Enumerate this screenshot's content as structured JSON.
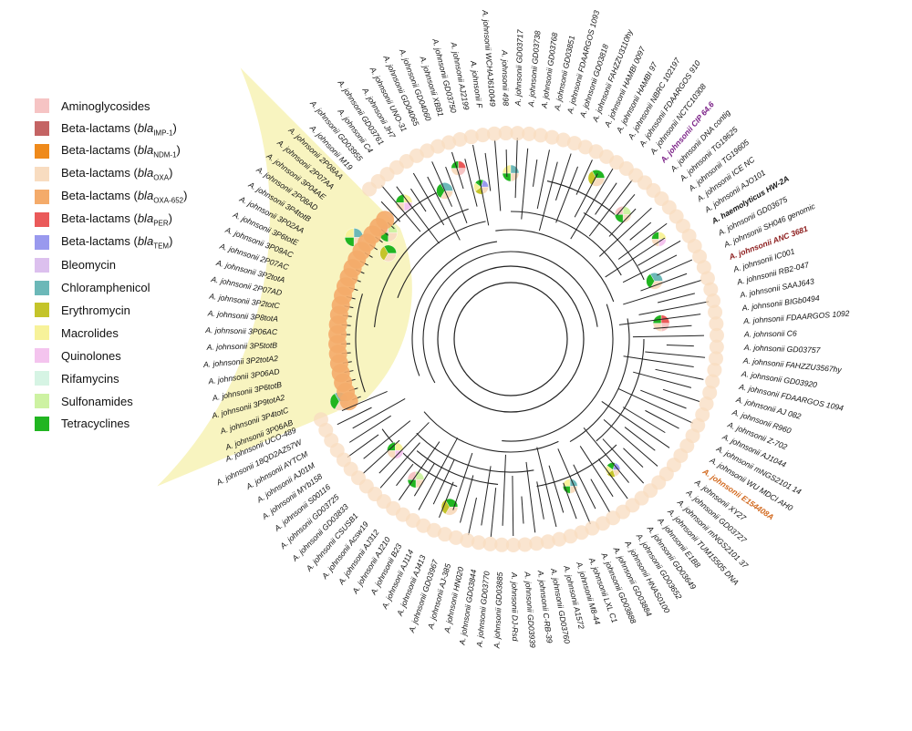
{
  "legend": [
    {
      "label": "Aminoglycosides",
      "gene": "",
      "sub": "",
      "color": "#f6c4c4"
    },
    {
      "label": "Beta-lactams",
      "gene": "bla",
      "sub": "IMP-1",
      "color": "#c46464"
    },
    {
      "label": "Beta-lactams",
      "gene": "bla",
      "sub": "NDM-1",
      "color": "#ef8a1b"
    },
    {
      "label": "Beta-lactams",
      "gene": "bla",
      "sub": "OXA",
      "color": "#f8dcc0"
    },
    {
      "label": "Beta-lactams",
      "gene": "bla",
      "sub": "OXA-652",
      "color": "#f4ab6a"
    },
    {
      "label": "Beta-lactams",
      "gene": "bla",
      "sub": "PER",
      "color": "#ea5a5a"
    },
    {
      "label": "Beta-lactams",
      "gene": "bla",
      "sub": "TEM",
      "color": "#9999ee"
    },
    {
      "label": "Bleomycin",
      "gene": "",
      "sub": "",
      "color": "#dcc0ee"
    },
    {
      "label": "Chloramphenicol",
      "gene": "",
      "sub": "",
      "color": "#6cb8b8"
    },
    {
      "label": "Erythromycin",
      "gene": "",
      "sub": "",
      "color": "#c4c42a"
    },
    {
      "label": "Macrolides",
      "gene": "",
      "sub": "",
      "color": "#f7f29a"
    },
    {
      "label": "Quinolones",
      "gene": "",
      "sub": "",
      "color": "#f4c4ee"
    },
    {
      "label": "Rifamycins",
      "gene": "",
      "sub": "",
      "color": "#d6f4e4"
    },
    {
      "label": "Sulfonamides",
      "gene": "",
      "sub": "",
      "color": "#cdf2a2"
    },
    {
      "label": "Tetracyclines",
      "gene": "",
      "sub": "",
      "color": "#21b521"
    }
  ],
  "tips": [
    {
      "label": "A. johnsonii 3P06AB",
      "style": "normal",
      "color": "#111111"
    },
    {
      "label": "A. johnsonii 3P4totC",
      "style": "normal",
      "color": "#111111"
    },
    {
      "label": "A. johnsonii 3P9totA2",
      "style": "normal",
      "color": "#111111"
    },
    {
      "label": "A. johnsonii 3P6totB",
      "style": "normal",
      "color": "#111111"
    },
    {
      "label": "A. johnsonii 3P06AD",
      "style": "normal",
      "color": "#111111"
    },
    {
      "label": "A. johnsonii 3P2totA2",
      "style": "normal",
      "color": "#111111"
    },
    {
      "label": "A. johnsonii 3P5totB",
      "style": "normal",
      "color": "#111111"
    },
    {
      "label": "A. johnsonii 3P06AC",
      "style": "normal",
      "color": "#111111"
    },
    {
      "label": "A. johnsonii 3P8totA",
      "style": "normal",
      "color": "#111111"
    },
    {
      "label": "A. johnsonii 3P2totC",
      "style": "normal",
      "color": "#111111"
    },
    {
      "label": "A. johnsonii 2P07AD",
      "style": "normal",
      "color": "#111111"
    },
    {
      "label": "A. johnsonii 3P2totA",
      "style": "normal",
      "color": "#111111"
    },
    {
      "label": "A. johnsonii 2P07AC",
      "style": "normal",
      "color": "#111111"
    },
    {
      "label": "A. johnsonii 3P09AC",
      "style": "normal",
      "color": "#111111"
    },
    {
      "label": "A. johnsonii 3P6totE",
      "style": "normal",
      "color": "#111111"
    },
    {
      "label": "A. johnsonii 3P02AA",
      "style": "normal",
      "color": "#111111"
    },
    {
      "label": "A. johnsonii 3P4totB",
      "style": "normal",
      "color": "#111111"
    },
    {
      "label": "A. johnsonii 2P08AD",
      "style": "normal",
      "color": "#111111"
    },
    {
      "label": "A. johnsonii 3P04AE",
      "style": "normal",
      "color": "#111111"
    },
    {
      "label": "A. johnsonii 2P07AA",
      "style": "normal",
      "color": "#111111"
    },
    {
      "label": "A. johnsonii 2P08AA",
      "style": "normal",
      "color": "#111111"
    },
    {
      "label": "A. johnsonii M19",
      "style": "normal",
      "color": "#111111"
    },
    {
      "label": "A. johnsonii GD03955",
      "style": "normal",
      "color": "#111111"
    },
    {
      "label": "A. johnsonii C4",
      "style": "normal",
      "color": "#111111"
    },
    {
      "label": "A. johnsonii GD03761",
      "style": "normal",
      "color": "#111111"
    },
    {
      "label": "A. johnsonii JH7",
      "style": "normal",
      "color": "#111111"
    },
    {
      "label": "A. johnsonii UNO-31",
      "style": "normal",
      "color": "#111111"
    },
    {
      "label": "A. johnsonii GD04065",
      "style": "normal",
      "color": "#111111"
    },
    {
      "label": "A. johnsonii GD04060",
      "style": "normal",
      "color": "#111111"
    },
    {
      "label": "A. johnsonii XBB1",
      "style": "normal",
      "color": "#111111"
    },
    {
      "label": "A. johnsonii GD03750",
      "style": "normal",
      "color": "#111111"
    },
    {
      "label": "A. johnsonii AJ2199",
      "style": "normal",
      "color": "#111111"
    },
    {
      "label": "A. johnsonii F",
      "style": "normal",
      "color": "#111111"
    },
    {
      "label": "A. johnsonii WCHAJ610049",
      "style": "normal",
      "color": "#111111"
    },
    {
      "label": "A. johnsonii 498",
      "style": "normal",
      "color": "#111111"
    },
    {
      "label": "A. johnsonii GD03717",
      "style": "normal",
      "color": "#111111"
    },
    {
      "label": "A. johnsonii GD03738",
      "style": "normal",
      "color": "#111111"
    },
    {
      "label": "A. johnsonii GD03768",
      "style": "normal",
      "color": "#111111"
    },
    {
      "label": "A. johnsonii GD03851",
      "style": "normal",
      "color": "#111111"
    },
    {
      "label": "A. johnsonii FDAARGOS 1093",
      "style": "normal",
      "color": "#111111"
    },
    {
      "label": "A. johnsonii GD03818",
      "style": "normal",
      "color": "#111111"
    },
    {
      "label": "A. johnsonii FAHZZU3110hy",
      "style": "normal",
      "color": "#111111"
    },
    {
      "label": "A. johnsonii HAMBI 0097",
      "style": "normal",
      "color": "#111111"
    },
    {
      "label": "A. johnsonii HAMBI 97",
      "style": "normal",
      "color": "#111111"
    },
    {
      "label": "A. johnsonii NBRC 102197",
      "style": "normal",
      "color": "#111111"
    },
    {
      "label": "A. johnsonii FDAARGOS 910",
      "style": "normal",
      "color": "#111111"
    },
    {
      "label": "A. johnsonii NCTC10308",
      "style": "normal",
      "color": "#111111"
    },
    {
      "label": "A. johnsonii CIP 64.6",
      "style": "bold",
      "color": "#7a1f86"
    },
    {
      "label": "A. johnsonii DNA contig",
      "style": "normal",
      "color": "#111111"
    },
    {
      "label": "A. johnsonii TG19625",
      "style": "normal",
      "color": "#111111"
    },
    {
      "label": "A. johnsonii TG19605",
      "style": "normal",
      "color": "#111111"
    },
    {
      "label": "A. johnsonii ICE NC",
      "style": "normal",
      "color": "#111111"
    },
    {
      "label": "A. johnsonii AJO101",
      "style": "normal",
      "color": "#111111"
    },
    {
      "label": "A. haemolyticus HW-2A",
      "style": "bold",
      "color": "#111111"
    },
    {
      "label": "A. johnsonii GD03675",
      "style": "normal",
      "color": "#111111"
    },
    {
      "label": "A. johnsonii SH046 genomic",
      "style": "normal",
      "color": "#111111"
    },
    {
      "label": "A. johnsonii ANC 3681",
      "style": "bold",
      "color": "#8b1a1a"
    },
    {
      "label": "A. johnsonii IC001",
      "style": "normal",
      "color": "#111111"
    },
    {
      "label": "A. johnsonii RB2-047",
      "style": "normal",
      "color": "#111111"
    },
    {
      "label": "A. johnsonii SAAJ643",
      "style": "normal",
      "color": "#111111"
    },
    {
      "label": "A. johnsonii BIGb0494",
      "style": "normal",
      "color": "#111111"
    },
    {
      "label": "A. johnsonii FDAARGOS 1092",
      "style": "normal",
      "color": "#111111"
    },
    {
      "label": "A. johnsonii C6",
      "style": "normal",
      "color": "#111111"
    },
    {
      "label": "A. johnsonii GD03757",
      "style": "normal",
      "color": "#111111"
    },
    {
      "label": "A. johnsonii FAHZZU3567hy",
      "style": "normal",
      "color": "#111111"
    },
    {
      "label": "A. johnsonii GD03920",
      "style": "normal",
      "color": "#111111"
    },
    {
      "label": "A. johnsonii FDAARGOS 1094",
      "style": "normal",
      "color": "#111111"
    },
    {
      "label": "A. johnsonii AJ 082",
      "style": "normal",
      "color": "#111111"
    },
    {
      "label": "A. johnsonii R960",
      "style": "normal",
      "color": "#111111"
    },
    {
      "label": "A. johnsonii Z-702",
      "style": "normal",
      "color": "#111111"
    },
    {
      "label": "A. johnsonii AJ1044",
      "style": "normal",
      "color": "#111111"
    },
    {
      "label": "A. johnsonii mNGS2101 14",
      "style": "normal",
      "color": "#111111"
    },
    {
      "label": "A. johnsonii WU MDCI AH0",
      "style": "normal",
      "color": "#111111"
    },
    {
      "label": "A. johnsonii E154408A",
      "style": "bold",
      "color": "#d2691e"
    },
    {
      "label": "A. johnsonii XY27",
      "style": "normal",
      "color": "#111111"
    },
    {
      "label": "A. johnsonii GD03727",
      "style": "normal",
      "color": "#111111"
    },
    {
      "label": "A. johnsonii mNGS2101 37",
      "style": "normal",
      "color": "#111111"
    },
    {
      "label": "A. johnsonii TUM15505 DNA",
      "style": "normal",
      "color": "#111111"
    },
    {
      "label": "A. johnsonii E1B8",
      "style": "normal",
      "color": "#111111"
    },
    {
      "label": "A. johnsonii GD03649",
      "style": "normal",
      "color": "#111111"
    },
    {
      "label": "A. johnsonii GD03652",
      "style": "normal",
      "color": "#111111"
    },
    {
      "label": "A. johnsonii HNAS0100",
      "style": "normal",
      "color": "#111111"
    },
    {
      "label": "A. johnsonii GD03884",
      "style": "normal",
      "color": "#111111"
    },
    {
      "label": "A. johnsonii GD03888",
      "style": "normal",
      "color": "#111111"
    },
    {
      "label": "A. johnsonii LXL C1",
      "style": "normal",
      "color": "#111111"
    },
    {
      "label": "A. johnsonii M8-44",
      "style": "normal",
      "color": "#111111"
    },
    {
      "label": "A. johnsonii A1572",
      "style": "normal",
      "color": "#111111"
    },
    {
      "label": "A. johnsonii GD03760",
      "style": "normal",
      "color": "#111111"
    },
    {
      "label": "A. johnsonii C-RB-39",
      "style": "normal",
      "color": "#111111"
    },
    {
      "label": "A. johnsonii GD03939",
      "style": "normal",
      "color": "#111111"
    },
    {
      "label": "A. johnsonii DJ-Rsd",
      "style": "normal",
      "color": "#111111"
    },
    {
      "label": "A. johnsonii GD03885",
      "style": "normal",
      "color": "#111111"
    },
    {
      "label": "A. johnsonii GD03770",
      "style": "normal",
      "color": "#111111"
    },
    {
      "label": "A. johnsonii GD03844",
      "style": "normal",
      "color": "#111111"
    },
    {
      "label": "A. johnsonii HN020",
      "style": "normal",
      "color": "#111111"
    },
    {
      "label": "A. johnsonii AJ-385",
      "style": "normal",
      "color": "#111111"
    },
    {
      "label": "A. johnsonii GD03967",
      "style": "normal",
      "color": "#111111"
    },
    {
      "label": "A. johnsonii AJ413",
      "style": "normal",
      "color": "#111111"
    },
    {
      "label": "A. johnsonii AJ114",
      "style": "normal",
      "color": "#111111"
    },
    {
      "label": "A. johnsonii B23",
      "style": "normal",
      "color": "#111111"
    },
    {
      "label": "A. johnsonii AJ210",
      "style": "normal",
      "color": "#111111"
    },
    {
      "label": "A. johnsonii AJ312",
      "style": "normal",
      "color": "#111111"
    },
    {
      "label": "A. johnsonii Acsw19",
      "style": "normal",
      "color": "#111111"
    },
    {
      "label": "A. johnsonii CSUSB1",
      "style": "normal",
      "color": "#111111"
    },
    {
      "label": "A. johnsonii GD03833",
      "style": "normal",
      "color": "#111111"
    },
    {
      "label": "A. johnsonii GD03725",
      "style": "normal",
      "color": "#111111"
    },
    {
      "label": "A. johnsonii S00116",
      "style": "normal",
      "color": "#111111"
    },
    {
      "label": "A. johnsonii MYb158",
      "style": "normal",
      "color": "#111111"
    },
    {
      "label": "A. johnsonii AJ01M",
      "style": "normal",
      "color": "#111111"
    },
    {
      "label": "A. johnsonii AYTCM",
      "style": "normal",
      "color": "#111111"
    },
    {
      "label": "A. johnsonii 18QD2AZ57W",
      "style": "normal",
      "color": "#111111"
    },
    {
      "label": "A. johnsonii UCO-489",
      "style": "normal",
      "color": "#111111"
    }
  ]
}
